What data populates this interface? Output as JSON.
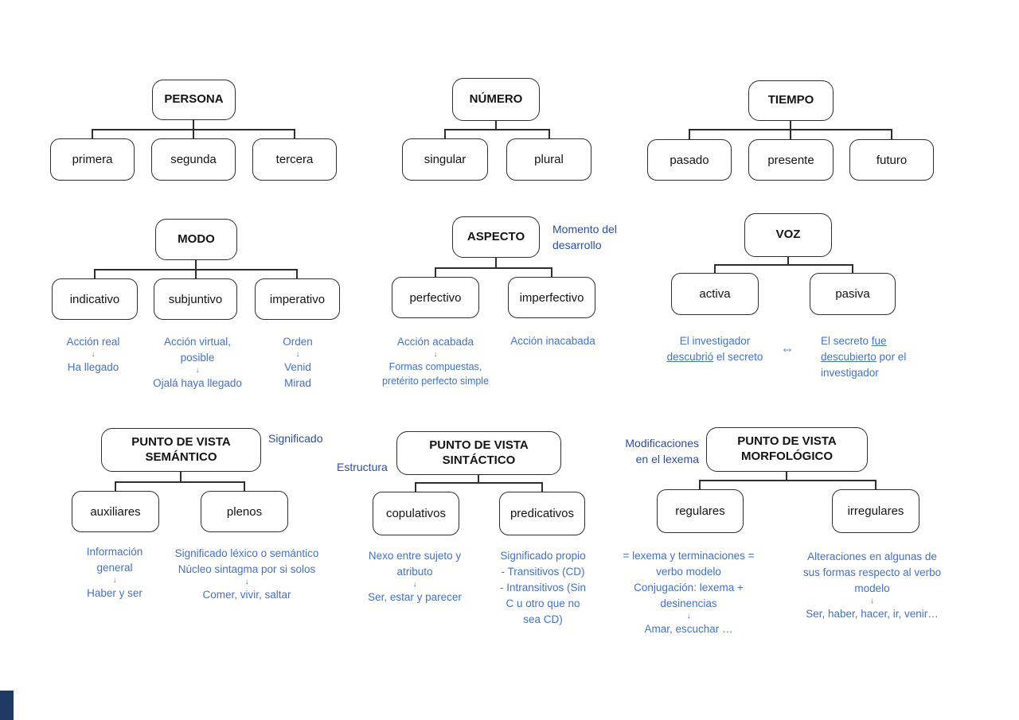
{
  "colors": {
    "note_blue": "#4472C4",
    "label_blue": "#2B4EA2",
    "box_border": "#2d2d2d",
    "corner_navy": "#1F3864"
  },
  "trees": [
    {
      "title": "PERSONA",
      "children": [
        "primera",
        "segunda",
        "tercera"
      ]
    },
    {
      "title": "NÚMERO",
      "children": [
        "singular",
        "plural"
      ]
    },
    {
      "title": "TIEMPO",
      "children": [
        "pasado",
        "presente",
        "futuro"
      ]
    },
    {
      "title": "MODO",
      "children": [
        "indicativo",
        "subjuntivo",
        "imperativo"
      ]
    },
    {
      "title": "ASPECTO",
      "children": [
        "perfectivo",
        "imperfectivo"
      ],
      "side_label": "Momento del desarrollo"
    },
    {
      "title": "VOZ",
      "children": [
        "activa",
        "pasiva"
      ]
    },
    {
      "title": "PUNTO DE VISTA SEMÁNTICO",
      "children": [
        "auxiliares",
        "plenos"
      ],
      "side_label": "Significado"
    },
    {
      "title": "PUNTO DE VISTA SINTÁCTICO",
      "children": [
        "copulativos",
        "predicativos"
      ],
      "side_label": "Estructura"
    },
    {
      "title": "PUNTO DE VISTA MORFOLÓGICO",
      "children": [
        "regulares",
        "irregulares"
      ],
      "side_label": "Modificaciones en el lexema"
    }
  ],
  "notes": {
    "indicativo": [
      "Acción real",
      "↓",
      "Ha llegado"
    ],
    "subjuntivo": [
      "Acción virtual,",
      "posible",
      "↓",
      "Ojalá haya llegado"
    ],
    "imperativo": [
      "Orden",
      "↓",
      "Venid",
      "Mirad"
    ],
    "perfectivo": [
      "Acción acabada",
      "↓",
      "Formas compuestas,",
      "pretérito perfecto simple"
    ],
    "imperfectivo": [
      "Acción inacabada"
    ],
    "activa": {
      "l1": "El investigador",
      "l2u": "descubrió",
      "l2r": " el secreto"
    },
    "equivalence": "⇔",
    "pasiva": {
      "l1r": "El secreto ",
      "l1u": "fue",
      "l2u": "descubierto",
      "l2r": " por el",
      "l3": "investigador"
    },
    "auxiliares": [
      "Información",
      "general",
      "↓",
      "Haber y ser"
    ],
    "plenos": [
      "Significado léxico o semántico",
      "Núcleo sintagma por si solos",
      "↓",
      "Comer, vivir, saltar"
    ],
    "copulativos": [
      "Nexo entre sujeto y",
      "atributo",
      "↓",
      "Ser, estar y parecer"
    ],
    "predicativos": [
      "Significado propio",
      "- Transitivos (CD)",
      "- Intransitivos (Sin",
      "C u otro que no",
      "sea CD)"
    ],
    "regulares": [
      "= lexema y terminaciones =",
      "verbo modelo",
      "Conjugación: lexema +",
      "desinencias",
      "↓",
      "Amar, escuchar …"
    ],
    "irregulares": [
      "Alteraciones en algunas de",
      "sus formas respecto al verbo",
      "modelo",
      "↓",
      "Ser, haber, hacer, ir, venir…"
    ]
  }
}
